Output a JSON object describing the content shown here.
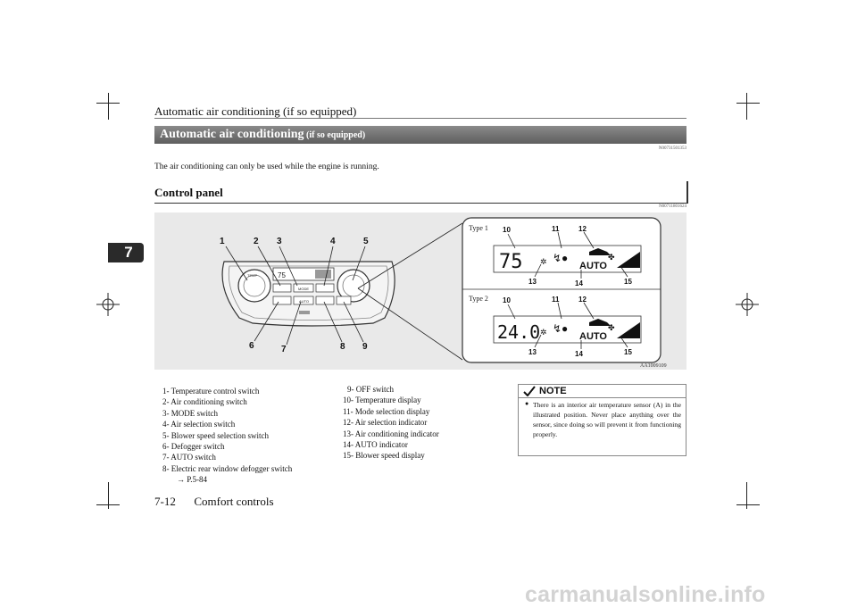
{
  "header": {
    "title": "Automatic air conditioning (if so equipped)"
  },
  "chapter_tab": "7",
  "section": {
    "title": "Automatic air conditioning",
    "title_suffix": " (if so equipped)",
    "code": "N00731501353",
    "body": "The air conditioning can only be used while the engine is running."
  },
  "control_panel": {
    "title": "Control panel",
    "code": "N00711801624",
    "figure_id": "AA1009109",
    "callouts": [
      "1",
      "2",
      "3",
      "4",
      "5",
      "6",
      "7",
      "8",
      "9"
    ],
    "display_callouts": [
      "10",
      "11",
      "12",
      "13",
      "14",
      "15"
    ],
    "type1_label": "Type 1",
    "type2_label": "Type 2",
    "type1_temp": "75",
    "type2_temp": "24.0",
    "auto_text": "AUTO",
    "panel_buttons": {
      "temp": "TEMP",
      "mode": "MODE",
      "auto": "AUTO"
    }
  },
  "legend_left": [
    "1- Temperature control switch",
    "2- Air conditioning switch",
    "3- MODE switch",
    "4- Air selection switch",
    "5- Blower speed selection switch",
    "6- Defogger switch",
    "7- AUTO switch",
    "8- Electric rear window defogger switch",
    "→ P.5-84"
  ],
  "legend_right": [
    "9- OFF switch",
    "10- Temperature display",
    "11- Mode selection display",
    "12- Air selection indicator",
    "13- Air conditioning indicator",
    "14- AUTO indicator",
    "15- Blower speed display"
  ],
  "note": {
    "label": "NOTE",
    "text": "There is an interior air temperature sensor (A) in the illustrated position. Never place anything over the sensor, since doing so will prevent it from functioning properly."
  },
  "footer": {
    "page": "7-12",
    "section": "Comfort controls"
  },
  "watermark": "carmanualsonline.info"
}
